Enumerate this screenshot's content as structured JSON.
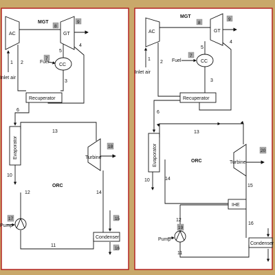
{
  "left": {
    "title": "MGT",
    "compressor": "AC",
    "turbine": "GT",
    "combustor": "CC",
    "fuel": "Fuel",
    "inlet": "Inlet air",
    "recuperator": "Recuperator",
    "evaporator": "Evaporator",
    "orc": "ORC",
    "orc_turbine": "Turbine",
    "pump": "Pump",
    "condenser": "Condenser",
    "points": [
      "1",
      "2",
      "3",
      "4",
      "5",
      "6",
      "10",
      "11",
      "12",
      "13",
      "14"
    ],
    "badges": [
      "8",
      "9",
      "7",
      "18",
      "17",
      "15",
      "16"
    ]
  },
  "right": {
    "title": "MGT",
    "compressor": "AC",
    "turbine": "GT",
    "combustor": "CC",
    "fuel": "Fuel",
    "inlet": "Inlet air",
    "recuperator": "Recuperator",
    "evaporator": "Evaporator",
    "orc": "ORC",
    "orc_turbine": "Turbine",
    "ihe": "IHE",
    "pump": "Pump",
    "condenser": "Condenser",
    "points": [
      "1",
      "2",
      "3",
      "4",
      "5",
      "6",
      "10",
      "11",
      "12",
      "13",
      "14",
      "15",
      "16"
    ],
    "badges": [
      "8",
      "9",
      "7",
      "20",
      "19"
    ]
  },
  "colors": {
    "background": "#c9a86a",
    "panel_border": "#b01818",
    "badge": "#a8a8a8"
  }
}
